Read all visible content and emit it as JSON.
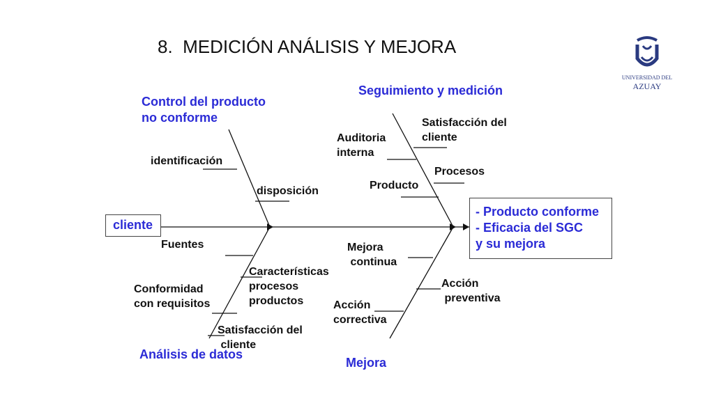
{
  "title": "8.  MEDICIÓN ANÁLISIS Y MEJORA",
  "logo": {
    "line1": "UNIVERSIDAD DEL",
    "line2": "AZUAY"
  },
  "categories": {
    "control": "Control del producto\nno conforme",
    "seguimiento": "Seguimiento y medición",
    "analisis": "Análisis de datos",
    "mejora": "Mejora"
  },
  "causes": {
    "identificacion": "identificación",
    "disposicion": "disposición",
    "auditoria": "Auditoria\ninterna",
    "producto": "Producto",
    "satisfaccion_top": "Satisfacción del\ncliente",
    "procesos": "Procesos",
    "fuentes": "Fuentes",
    "conformidad": "Conformidad\ncon requisitos",
    "caracteristicas": "Características\nprocesos\nproductos",
    "satisfaccion_bottom": "Satisfacción del\n cliente",
    "mejora_continua": "Mejora\n continua",
    "accion_correctiva": "Acción\ncorrectiva",
    "accion_preventiva": "Acción\n preventiva"
  },
  "input": "cliente",
  "effect": [
    "- Producto conforme",
    "- Eficacia del SGC",
    "y su mejora"
  ],
  "colors": {
    "category": "#2b2bd6",
    "line": "#111111"
  }
}
